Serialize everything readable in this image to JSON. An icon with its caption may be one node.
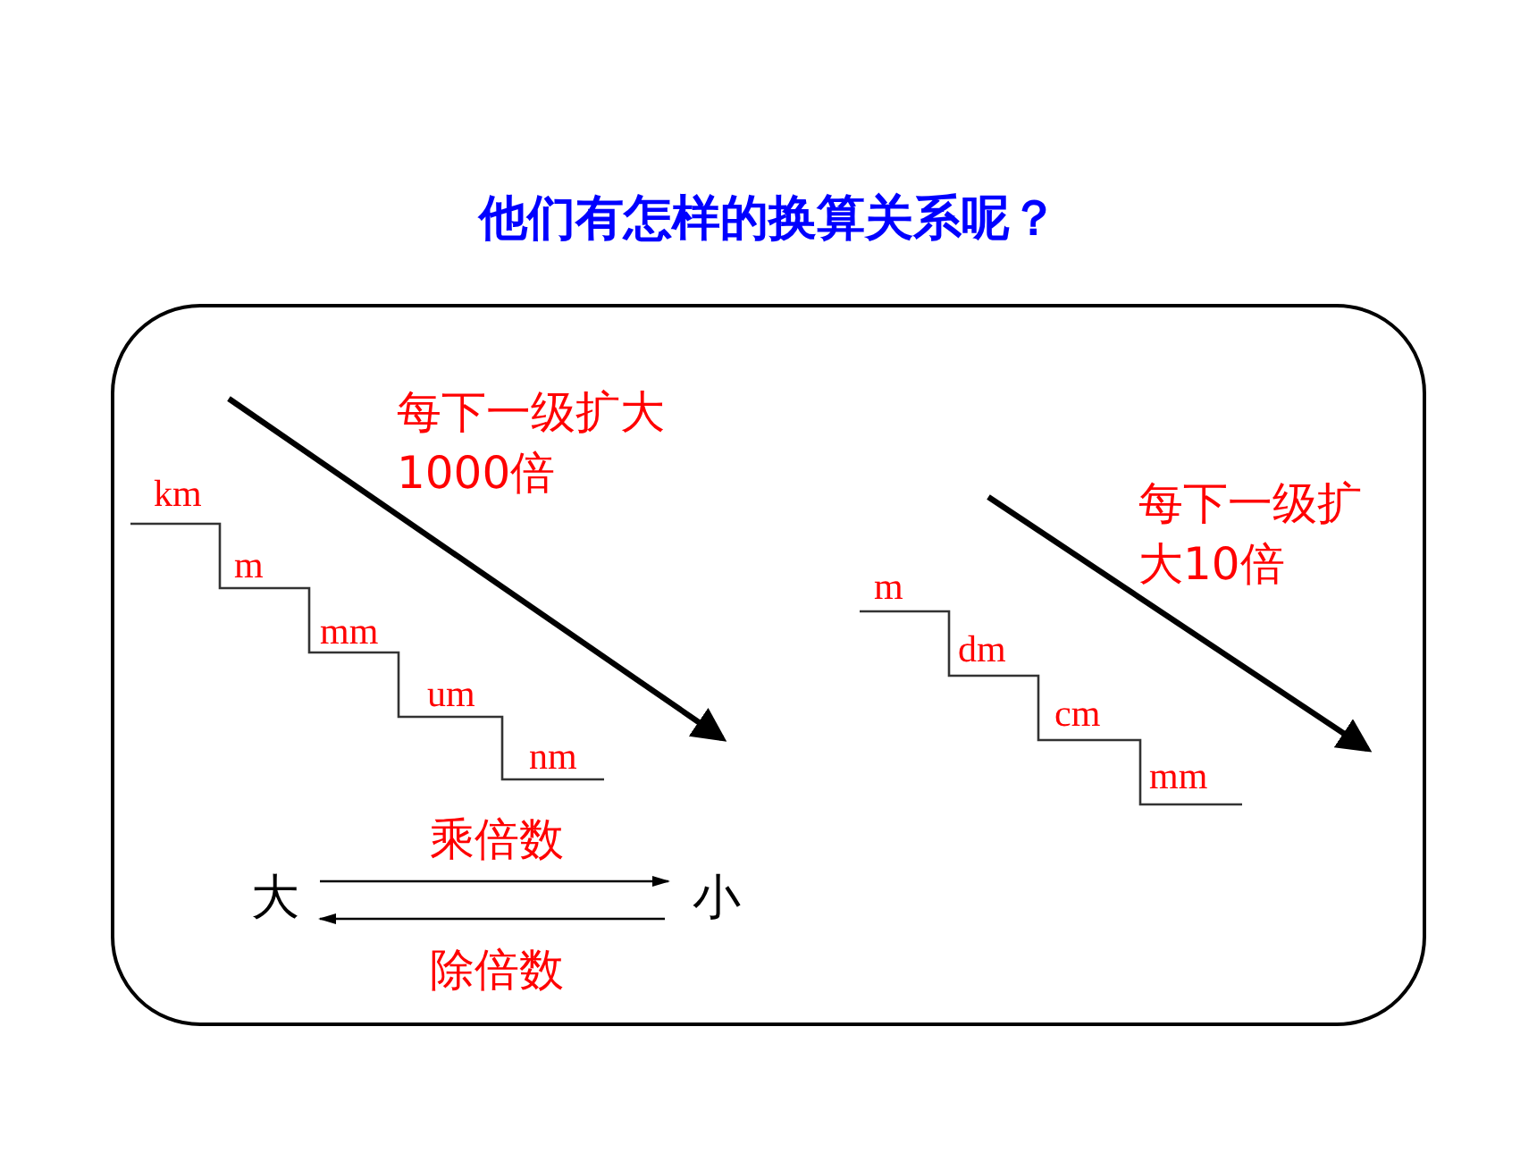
{
  "diagram": {
    "title": "他们有怎样的换算关系呢？",
    "nodes": [
      {
        "text": [],
        "shape": "box"
      },
      {
        "text": [
          "大"
        ],
        "in": 0
      },
      {
        "text": [
          "小"
        ],
        "in": 0
      }
    ],
    "edges": [
      {
        "from": 1,
        "to": 2,
        "arrow": "to",
        "label": "乘倍数"
      },
      {
        "from": 2,
        "to": 1,
        "arrow": "to",
        "label": "除倍数"
      }
    ],
    "labels": [
      "每下一级扩大1000倍",
      "km",
      "m",
      "mm",
      "um",
      "nm",
      "每下一级扩大10倍",
      "m",
      "dm",
      "cm",
      "mm"
    ]
  }
}
